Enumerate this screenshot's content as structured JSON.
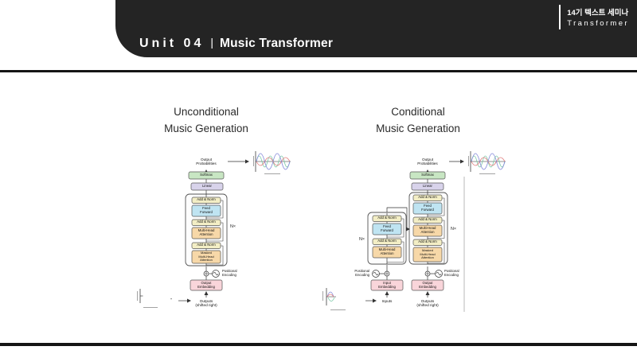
{
  "header": {
    "badge_line1": "14기 텍스트 세미나",
    "badge_line2": "Transformer",
    "unit": "Unit 04",
    "separator": "|",
    "title": "Music Transformer"
  },
  "left": {
    "heading1": "Unconditional",
    "heading2": "Music Generation",
    "no_input": "-"
  },
  "right": {
    "heading1": "Conditional",
    "heading2": "Music Generation"
  },
  "blocks": {
    "output_probabilities": "Output\nProbabilities",
    "softmax": "Softmax",
    "linear": "Linear",
    "add_norm": "Add & Norm",
    "feed_forward": "Feed\nForward",
    "multi_head_attention": "Multi-Head\nAttention",
    "masked_multi_head_attention": "Masked\nMulti-Head\nAttention",
    "positional_encoding": "Positional\nEncoding",
    "output_embedding": "Output\nEmbedding",
    "input_embedding": "Input\nEmbedding",
    "outputs": "Outputs\n(shifted right)",
    "inputs": "Inputs",
    "n_times": "N×"
  },
  "colors": {
    "header_bg": "#242424",
    "rule": "#151515",
    "softmax": "#c8e6c3",
    "linear": "#d8d3eb",
    "add_norm": "#f3eec5",
    "feed_forward": "#bfe4f2",
    "attention": "#f7d8a8",
    "embedding": "#f9d5da",
    "wave_blue": "#8186d8",
    "wave_red": "#e07a7a",
    "wave_green": "#79c9a6",
    "divider": "#b8b8b8"
  }
}
